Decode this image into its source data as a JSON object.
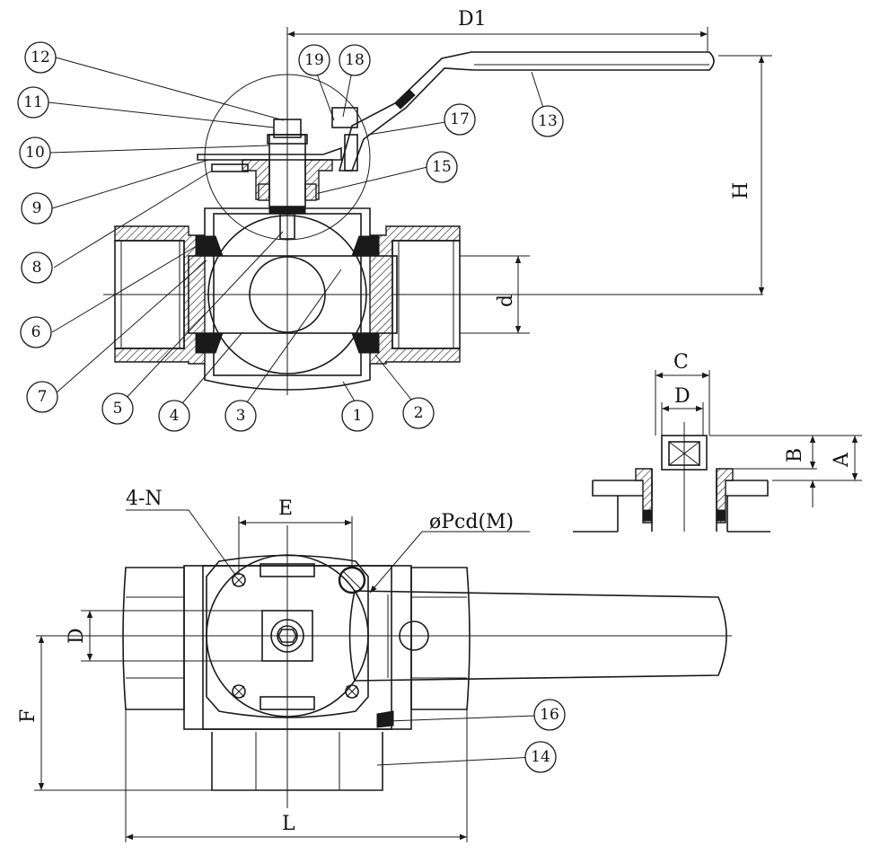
{
  "dimensions": {
    "D1": "D1",
    "H": "H",
    "d": "d",
    "C": "C",
    "D_top": "D",
    "A": "A",
    "B": "B",
    "E": "E",
    "N": "4-N",
    "Pcd": "øPcd(M)",
    "D_side": "D",
    "F": "F",
    "L": "L"
  },
  "parts": [
    "1",
    "2",
    "3",
    "4",
    "5",
    "6",
    "7",
    "8",
    "9",
    "10",
    "11",
    "12",
    "13",
    "14",
    "15",
    "16",
    "17",
    "18",
    "19"
  ]
}
